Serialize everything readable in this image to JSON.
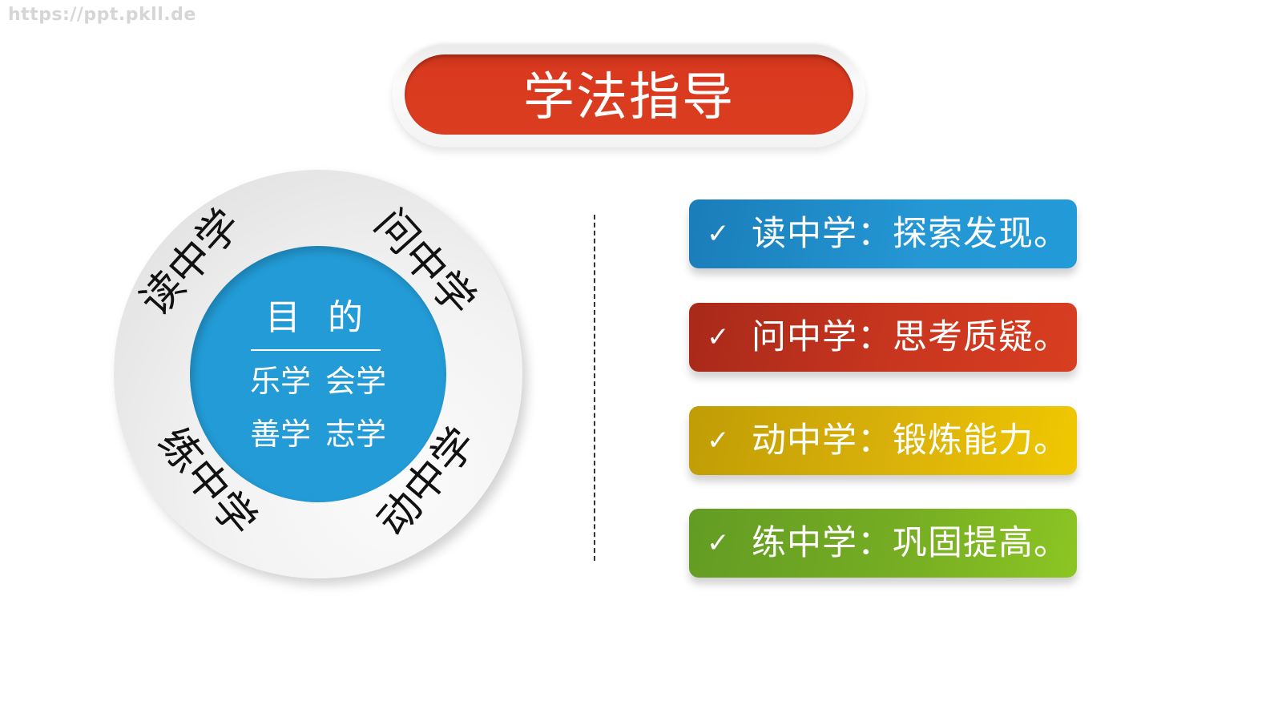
{
  "watermark": "https://ppt.pkll.de",
  "title": "学法指导",
  "circle": {
    "center_title": "目 的",
    "center_rows": [
      "乐学 会学",
      "善学 志学"
    ],
    "ring_labels": {
      "top_left": "读中学",
      "top_right": "问中学",
      "bottom_right": "动中学",
      "bottom_left": "练中学"
    },
    "colors": {
      "inner": "#239bd6",
      "ring": "#ebebeb"
    }
  },
  "list": {
    "check_icon": "✓",
    "items": [
      {
        "label": "读中学：探索发现。",
        "color": "#2497d4"
      },
      {
        "label": "问中学：思考质疑。",
        "color": "#c9361f"
      },
      {
        "label": "动中学：锻炼能力。",
        "color": "#dbb20a"
      },
      {
        "label": "练中学：巩固提高。",
        "color": "#76ad23"
      }
    ]
  },
  "colors": {
    "title_pill": "#db3d20"
  }
}
